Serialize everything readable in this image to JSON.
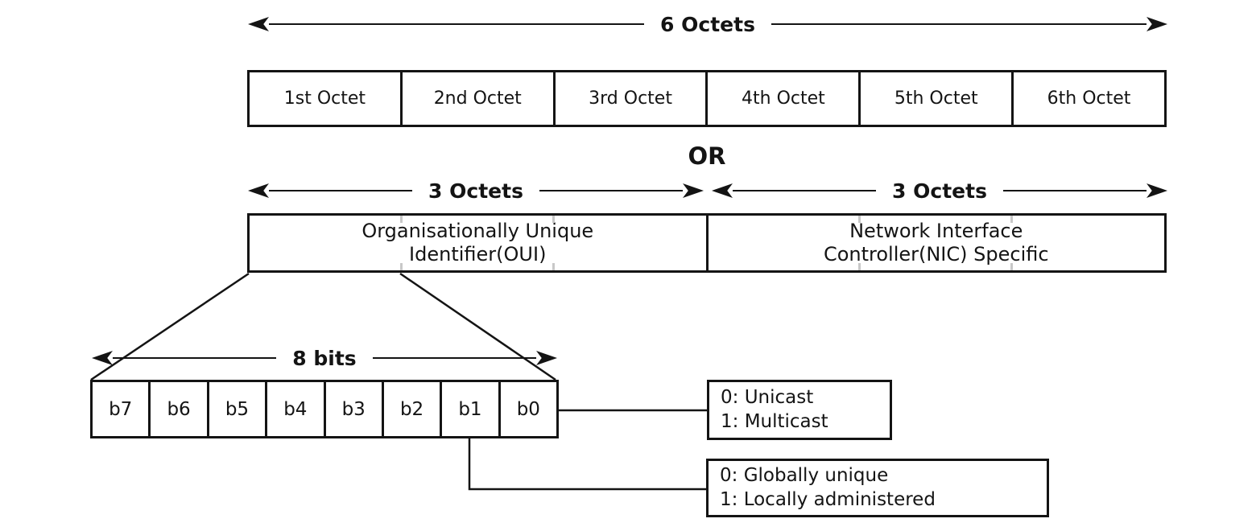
{
  "diagram": {
    "spans": {
      "six_octets": "6 Octets",
      "three_octets_left": "3 Octets",
      "three_octets_right": "3 Octets",
      "eight_bits": "8 bits"
    },
    "or_label": "OR",
    "octet_row": [
      "1st Octet",
      "2nd Octet",
      "3rd Octet",
      "4th Octet",
      "5th Octet",
      "6th Octet"
    ],
    "oui_box": {
      "line1": "Organisationally Unique",
      "line2": "Identifier(OUI)"
    },
    "nic_box": {
      "line1": "Network Interface",
      "line2": "Controller(NIC) Specific"
    },
    "bit_row": [
      "b7",
      "b6",
      "b5",
      "b4",
      "b3",
      "b2",
      "b1",
      "b0"
    ],
    "b0_note": {
      "line1": "0: Unicast",
      "line2": "1: Multicast"
    },
    "b1_note": {
      "line1": "0: Globally unique",
      "line2": "1: Locally administered"
    },
    "colors": {
      "line": "#141414",
      "background": "#ffffff",
      "boundary_tick": "#c8c8c8"
    }
  }
}
